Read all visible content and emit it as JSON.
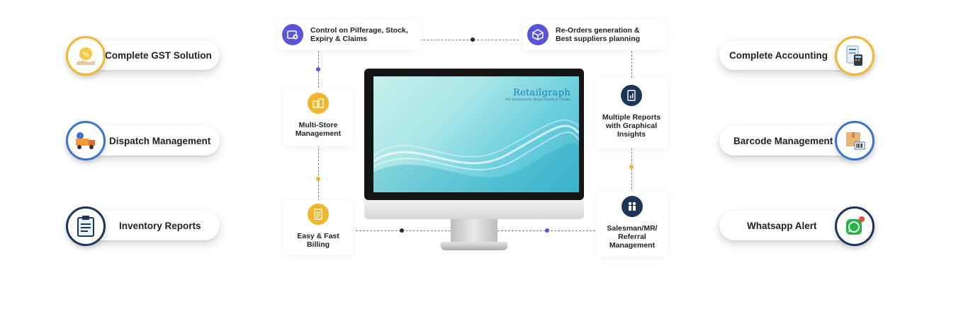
{
  "left_features": [
    {
      "label": "Complete GST Solution",
      "icon": "gst-discount-icon"
    },
    {
      "label": "Dispatch Management",
      "icon": "delivery-truck-icon"
    },
    {
      "label": "Inventory Reports",
      "icon": "clipboard-icon"
    }
  ],
  "right_features": [
    {
      "label": "Complete Accounting",
      "icon": "calculator-icon"
    },
    {
      "label": "Barcode Management",
      "icon": "barcode-box-icon"
    },
    {
      "label": "Whatsapp Alert",
      "icon": "whatsapp-icon"
    }
  ],
  "center_cards": {
    "pilferage": "Control on Pilferage, Stock,\nExpiry & Claims",
    "reorders": "Re-Orders generation &\nBest suppliers planning",
    "multistore": "Multi-Store\nManagement",
    "reports": "Multiple Reports\nwith Graphical\nInsights",
    "billing": "Easy & Fast\nBilling",
    "salesman": "Salesman/MR/\nReferral\nManagement"
  },
  "monitor": {
    "brand": "Retailgraph",
    "tagline": "For Distributors, Retail Stores & Chains"
  },
  "colors": {
    "accent_yellow": "#f1b62b",
    "accent_purple": "#5a55d6",
    "accent_navy": "#1d3557",
    "accent_blue": "#3b73c9"
  }
}
